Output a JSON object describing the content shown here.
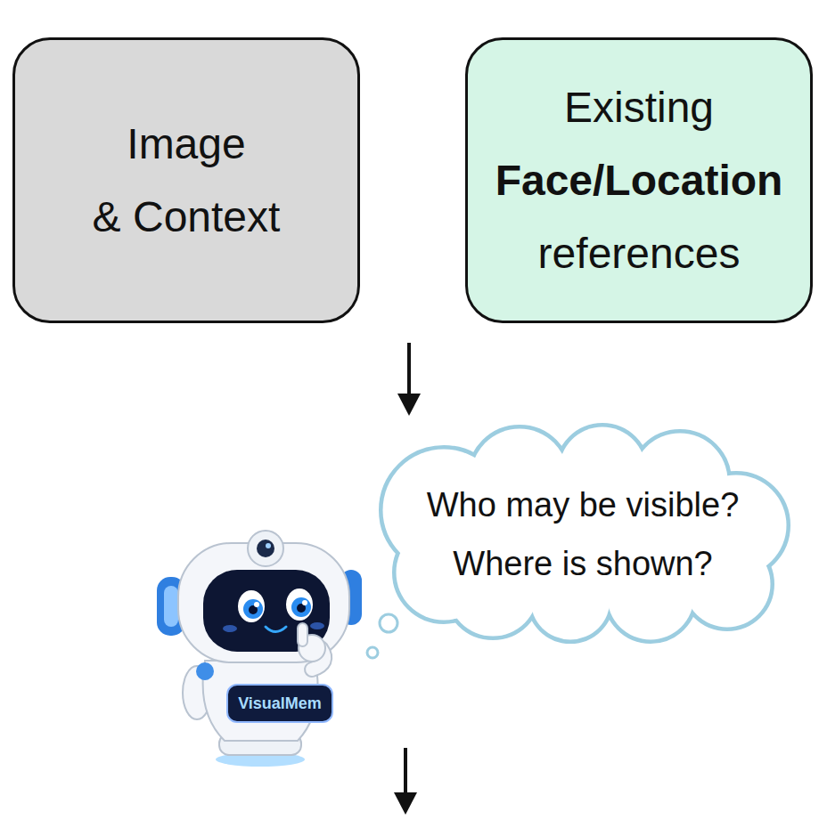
{
  "diagram": {
    "nodes": [
      {
        "text": [
          "Image",
          "& Context"
        ]
      },
      {
        "text": [
          "Existing",
          "Face/Location",
          "references"
        ]
      },
      {
        "text": [
          "Who may be visible?",
          "Where is shown?"
        ]
      }
    ],
    "labels": [
      "VisualMem"
    ]
  }
}
